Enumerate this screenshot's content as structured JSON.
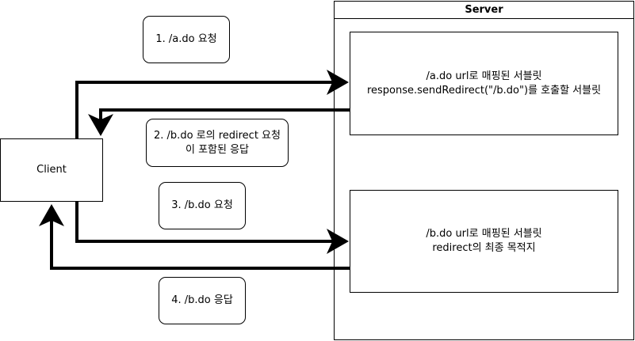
{
  "server": {
    "title": "Server"
  },
  "client": {
    "label": "Client"
  },
  "servlets": {
    "a": {
      "line1": "/a.do url로 매핑된 서블릿",
      "line2": "response.sendRedirect(\"/b.do\")를 호출할 서블릿"
    },
    "b": {
      "line1": "/b.do url로 매핑된 서블릿",
      "line2": "redirect의 최종 목적지"
    }
  },
  "steps": {
    "step1": "1. /a.do 요청",
    "step2_line1": "2. /b.do 로의 redirect 요청",
    "step2_line2": "이 포함된 응답",
    "step3": "3. /b.do 요청",
    "step4": "4. /b.do 응답"
  },
  "colors": {
    "stroke": "#000000",
    "fill": "#ffffff"
  }
}
